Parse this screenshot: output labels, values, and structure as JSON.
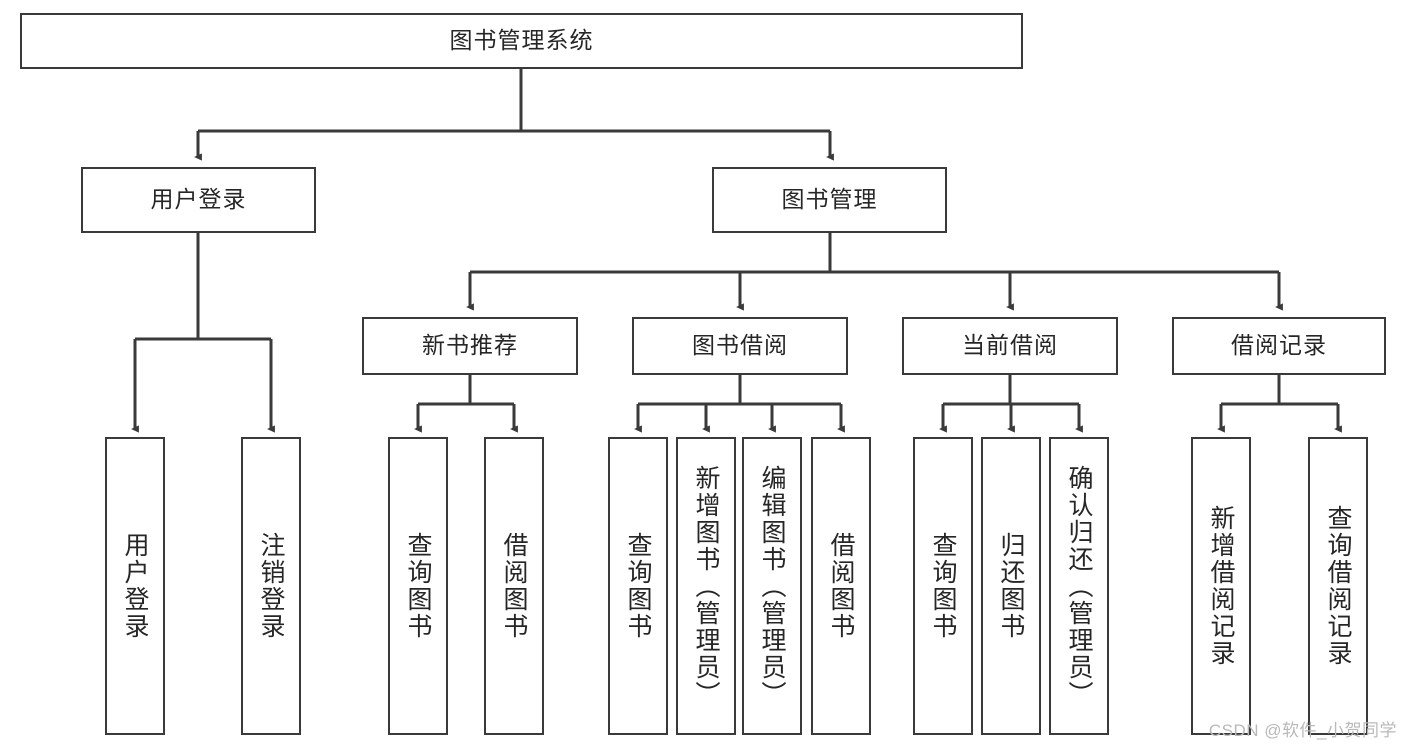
{
  "diagram": {
    "type": "tree-hierarchy",
    "title": "图书管理系统",
    "watermark": "CSDN @软件_小贺同学",
    "colors": {
      "box_border": "#3a3a3a",
      "box_fill": "#ffffff",
      "connector": "#3a3a3a",
      "text": "#262626",
      "watermark": "#b9b9b9",
      "background": "#ffffff"
    },
    "nodes": {
      "root": {
        "label": "图书管理系统",
        "level": 1,
        "orientation": "horizontal"
      },
      "n_user_login": {
        "label": "用户登录",
        "level": 2,
        "orientation": "horizontal"
      },
      "n_book_mgmt": {
        "label": "图书管理",
        "level": 2,
        "orientation": "horizontal"
      },
      "n_new_book_rec": {
        "label": "新书推荐",
        "level": 3,
        "orientation": "horizontal"
      },
      "n_book_borrow": {
        "label": "图书借阅",
        "level": 3,
        "orientation": "horizontal"
      },
      "n_current_borrow": {
        "label": "当前借阅",
        "level": 3,
        "orientation": "horizontal"
      },
      "n_borrow_record": {
        "label": "借阅记录",
        "level": 3,
        "orientation": "horizontal"
      },
      "l_user_login": {
        "label": "用户登录",
        "level": 4,
        "orientation": "vertical"
      },
      "l_logout": {
        "label": "注销登录",
        "level": 4,
        "orientation": "vertical"
      },
      "l_query_book_1": {
        "label": "查询图书",
        "level": 4,
        "orientation": "vertical"
      },
      "l_borrow_book_1": {
        "label": "借阅图书",
        "level": 4,
        "orientation": "vertical"
      },
      "l_query_book_2": {
        "label": "查询图书",
        "level": 4,
        "orientation": "vertical"
      },
      "l_add_book": {
        "label": "新增图书（管理员）",
        "level": 4,
        "orientation": "vertical"
      },
      "l_edit_book": {
        "label": "编辑图书（管理员）",
        "level": 4,
        "orientation": "vertical"
      },
      "l_borrow_book_2": {
        "label": "借阅图书",
        "level": 4,
        "orientation": "vertical"
      },
      "l_query_book_3": {
        "label": "查询图书",
        "level": 4,
        "orientation": "vertical"
      },
      "l_return_book": {
        "label": "归还图书",
        "level": 4,
        "orientation": "vertical"
      },
      "l_confirm_return": {
        "label": "确认归还（管理员）",
        "level": 4,
        "orientation": "vertical"
      },
      "l_add_record": {
        "label": "新增借阅记录",
        "level": 4,
        "orientation": "vertical"
      },
      "l_query_record": {
        "label": "查询借阅记录",
        "level": 4,
        "orientation": "vertical"
      }
    },
    "edges": [
      {
        "from": "root",
        "to": "n_user_login"
      },
      {
        "from": "root",
        "to": "n_book_mgmt"
      },
      {
        "from": "n_book_mgmt",
        "to": "n_new_book_rec"
      },
      {
        "from": "n_book_mgmt",
        "to": "n_book_borrow"
      },
      {
        "from": "n_book_mgmt",
        "to": "n_current_borrow"
      },
      {
        "from": "n_book_mgmt",
        "to": "n_borrow_record"
      },
      {
        "from": "n_user_login",
        "to": "l_user_login"
      },
      {
        "from": "n_user_login",
        "to": "l_logout"
      },
      {
        "from": "n_new_book_rec",
        "to": "l_query_book_1"
      },
      {
        "from": "n_new_book_rec",
        "to": "l_borrow_book_1"
      },
      {
        "from": "n_book_borrow",
        "to": "l_query_book_2"
      },
      {
        "from": "n_book_borrow",
        "to": "l_add_book"
      },
      {
        "from": "n_book_borrow",
        "to": "l_edit_book"
      },
      {
        "from": "n_book_borrow",
        "to": "l_borrow_book_2"
      },
      {
        "from": "n_current_borrow",
        "to": "l_query_book_3"
      },
      {
        "from": "n_current_borrow",
        "to": "l_return_book"
      },
      {
        "from": "n_current_borrow",
        "to": "l_confirm_return"
      },
      {
        "from": "n_borrow_record",
        "to": "l_add_record"
      },
      {
        "from": "n_borrow_record",
        "to": "l_query_record"
      }
    ]
  }
}
